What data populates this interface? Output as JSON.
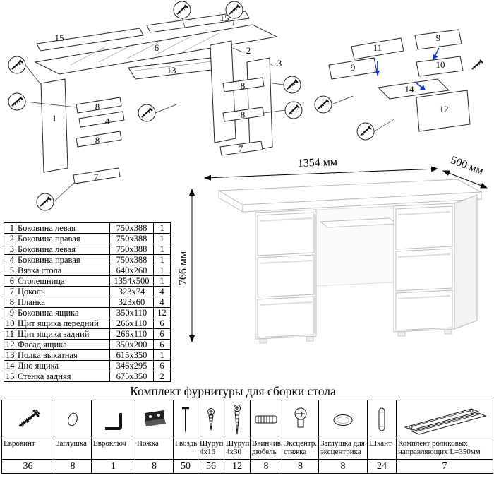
{
  "colors": {
    "ink": "#111111",
    "accent_blue": "#1433cc",
    "desk_outline": "#bbbbbb"
  },
  "diagrams": {
    "exploded_labels": [
      "15",
      "6",
      "15",
      "1",
      "8",
      "4",
      "8",
      "7",
      "13",
      "2",
      "8",
      "8",
      "7",
      "3"
    ],
    "drawer_labels": [
      "11",
      "9",
      "9",
      "10",
      "14",
      "12"
    ]
  },
  "desk": {
    "dim_width": "1354 мм",
    "dim_depth": "500 мм",
    "dim_height": "766 мм"
  },
  "parts": {
    "rows": [
      {
        "num": "1",
        "name": "Боковина левая",
        "size": "750x388",
        "qty": "1"
      },
      {
        "num": "2",
        "name": "Боковина правая",
        "size": "750x388",
        "qty": "1"
      },
      {
        "num": "3",
        "name": "Боковина левая",
        "size": "750x388",
        "qty": "1"
      },
      {
        "num": "4",
        "name": "Боковина правая",
        "size": "750x388",
        "qty": "1"
      },
      {
        "num": "5",
        "name": "Вязка стола",
        "size": "640x260",
        "qty": "1"
      },
      {
        "num": "6",
        "name": "Столешница",
        "size": "1354x500",
        "qty": "1"
      },
      {
        "num": "7",
        "name": "Цоколь",
        "size": "323x74",
        "qty": "4"
      },
      {
        "num": "8",
        "name": "Планка",
        "size": "323x60",
        "qty": "4"
      },
      {
        "num": "9",
        "name": "Боковина ящика",
        "size": "350x110",
        "qty": "12"
      },
      {
        "num": "10",
        "name": "Щит ящика передний",
        "size": "266x110",
        "qty": "6"
      },
      {
        "num": "11",
        "name": "Щит ящика задний",
        "size": "266x110",
        "qty": "6"
      },
      {
        "num": "12",
        "name": "Фасад ящика",
        "size": "350x200",
        "qty": "6"
      },
      {
        "num": "13",
        "name": "Полка выкатная",
        "size": "615x350",
        "qty": "1"
      },
      {
        "num": "14",
        "name": "Дно ящика",
        "size": "346x295",
        "qty": "6"
      },
      {
        "num": "15",
        "name": "Стенка задняя",
        "size": "675x350",
        "qty": "2"
      }
    ]
  },
  "hardware": {
    "title": "Комплект фурнитуры для сборки стола",
    "items": [
      {
        "name": "Евровинт",
        "qty": "36",
        "icon": "euroscrew-icon"
      },
      {
        "name": "Заглушка",
        "qty": "8",
        "icon": "plug-icon"
      },
      {
        "name": "Евроключ",
        "qty": "1",
        "icon": "hexkey-icon"
      },
      {
        "name": "Ножка",
        "qty": "8",
        "icon": "leg-icon"
      },
      {
        "name": "Гвоздь",
        "qty": "50",
        "icon": "nail-icon"
      },
      {
        "name": "Шуруп 4x16",
        "qty": "56",
        "icon": "screw-short-icon"
      },
      {
        "name": "Шуруп 4x30",
        "qty": "12",
        "icon": "screw-long-icon"
      },
      {
        "name": "Ввинчив. дюбель",
        "qty": "8",
        "icon": "threaded-dowel-icon"
      },
      {
        "name": "Эксцентр. стяжка",
        "qty": "8",
        "icon": "cam-lock-icon"
      },
      {
        "name": "Заглушка для эксцентрика",
        "qty": "8",
        "icon": "cam-cap-icon"
      },
      {
        "name": "Шкант",
        "qty": "24",
        "icon": "wood-dowel-icon"
      },
      {
        "name": "Комплект роликовых направляющих L=350мм",
        "qty": "7",
        "icon": "drawer-rails-icon"
      }
    ]
  }
}
